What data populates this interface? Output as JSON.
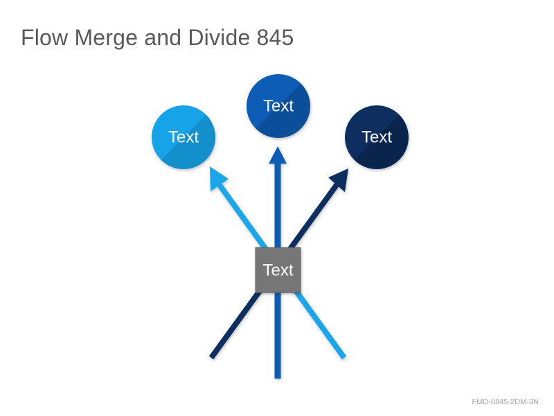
{
  "slide": {
    "title": "Flow Merge and Divide 845",
    "footer_code": "FMD-0845-2DM-3N"
  },
  "diagram": {
    "hub": {
      "label": "Text"
    },
    "nodes": [
      {
        "id": "left",
        "label": "Text",
        "color": "#12A3E8"
      },
      {
        "id": "center",
        "label": "Text",
        "color": "#0A5BB5"
      },
      {
        "id": "right",
        "label": "Text",
        "color": "#0B2F5E"
      }
    ],
    "colors": {
      "hub": "#767676",
      "arrow_light": "#1AA6EA",
      "arrow_medium": "#0A5BB5",
      "arrow_dark": "#0B2F5E"
    }
  }
}
